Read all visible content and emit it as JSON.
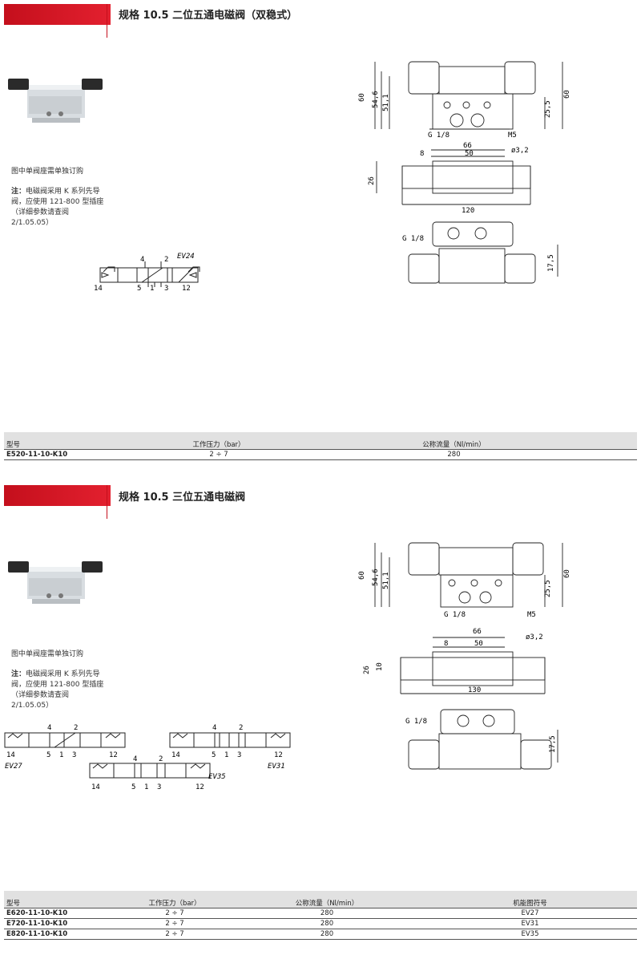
{
  "section1": {
    "title": "规格 10.5 二位五通电磁阀（双稳式）",
    "note_order": "图中单阀座需单独订购",
    "note_label": "注：",
    "note_text": "电磁阀采用 K 系列先导阀，应使用 121-800 型插座（详细参数请查阅 2/1.05.05）",
    "symbol": {
      "code": "EV24",
      "p4": "4",
      "p2": "2",
      "p14": "14",
      "p5": "5",
      "p1": "1",
      "p3": "3",
      "p12": "12"
    },
    "drawing": {
      "dim_60_left": "60",
      "dim_546": "54,6",
      "dim_511": "51,1",
      "dim_255": "25,5",
      "dim_60_right": "60",
      "g18_front": "G 1/8",
      "m5": "M5",
      "dim_66": "66",
      "dim_8": "8",
      "dim_50": "50",
      "dim_phi": "ø3,2",
      "dim_26": "26",
      "dim_120": "120",
      "g18_bottom": "G 1/8",
      "dim_175": "17,5"
    },
    "table": {
      "headers": [
        "型号",
        "工作压力（bar）",
        "公称流量（Nl/min）"
      ],
      "rows": [
        [
          "E520-11-10-K10",
          "2 ÷ 7",
          "280"
        ]
      ]
    }
  },
  "section2": {
    "title": "规格 10.5 三位五通电磁阀",
    "note_order": "图中单阀座需单独订购",
    "note_label": "注：",
    "note_text": "电磁阀采用 K 系列先导阀，应使用 121-800 型插座（详细参数请查阅 2/1.05.05）",
    "symbols": [
      {
        "code": "EV27",
        "p4": "4",
        "p2": "2",
        "p14": "14",
        "p5": "5",
        "p1": "1",
        "p3": "3",
        "p12": "12"
      },
      {
        "code": "EV31",
        "p4": "4",
        "p2": "2",
        "p14": "14",
        "p5": "5",
        "p1": "1",
        "p3": "3",
        "p12": "12"
      },
      {
        "code": "EV35",
        "p4": "4",
        "p2": "2",
        "p14": "14",
        "p5": "5",
        "p1": "1",
        "p3": "3",
        "p12": "12"
      }
    ],
    "drawing": {
      "dim_60_left": "60",
      "dim_546": "54,6",
      "dim_511": "51,1",
      "dim_255": "25,5",
      "dim_60_right": "60",
      "g18_front": "G 1/8",
      "m5": "M5",
      "dim_66": "66",
      "dim_8": "8",
      "dim_50": "50",
      "dim_phi": "ø3,2",
      "dim_26": "26",
      "dim_10": "10",
      "dim_130": "130",
      "g18_bottom": "G 1/8",
      "dim_175": "17,5"
    },
    "table": {
      "headers": [
        "型号",
        "工作压力（bar）",
        "公称流量（Nl/min）",
        "机能图符号"
      ],
      "rows": [
        [
          "E620-11-10-K10",
          "2 ÷ 7",
          "280",
          "EV27"
        ],
        [
          "E720-11-10-K10",
          "2 ÷ 7",
          "280",
          "EV31"
        ],
        [
          "E820-11-10-K10",
          "2 ÷ 7",
          "280",
          "EV35"
        ]
      ]
    }
  }
}
